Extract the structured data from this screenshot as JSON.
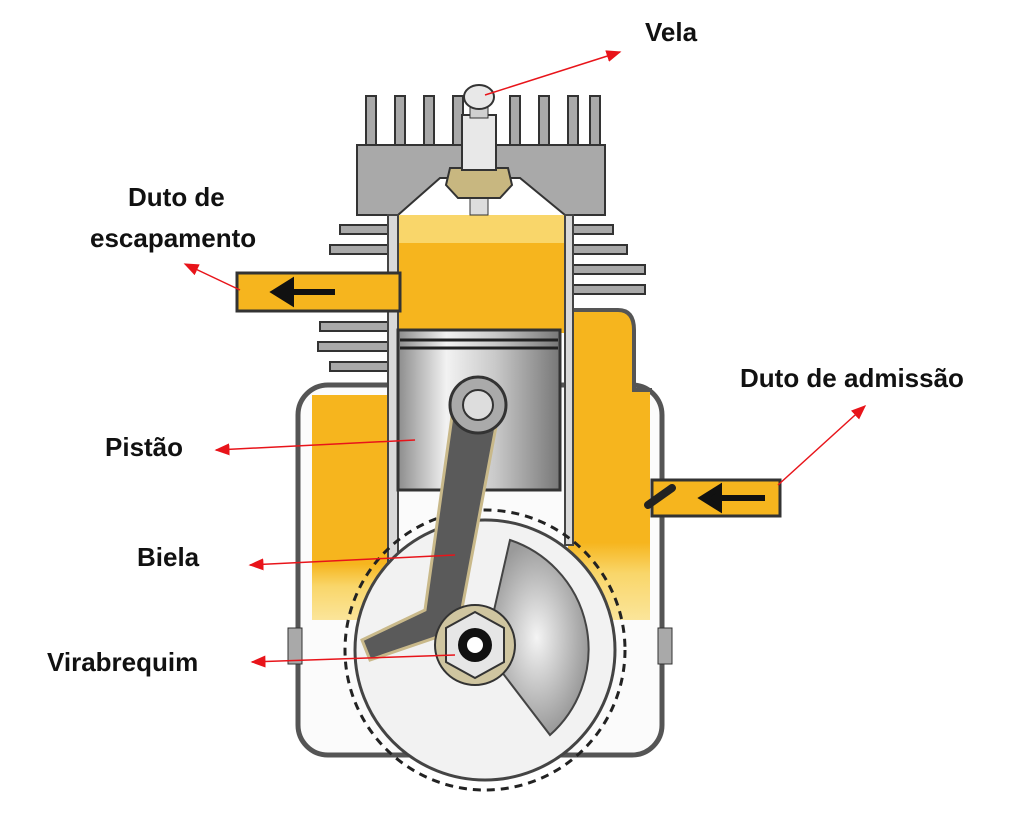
{
  "title": "Motor dois tempos",
  "labels": {
    "vela": "Vela",
    "exhaust_line1": "Duto de",
    "exhaust_line2": "escapamento",
    "intake": "Duto de admissão",
    "piston": "Pistão",
    "rod": "Biela",
    "crankshaft": "Virabrequim"
  },
  "colors": {
    "fuel": "#f6b51e",
    "fuel_light": "#f9d66a",
    "metal": "#a9a9a9",
    "arrow": "#e8141a"
  }
}
